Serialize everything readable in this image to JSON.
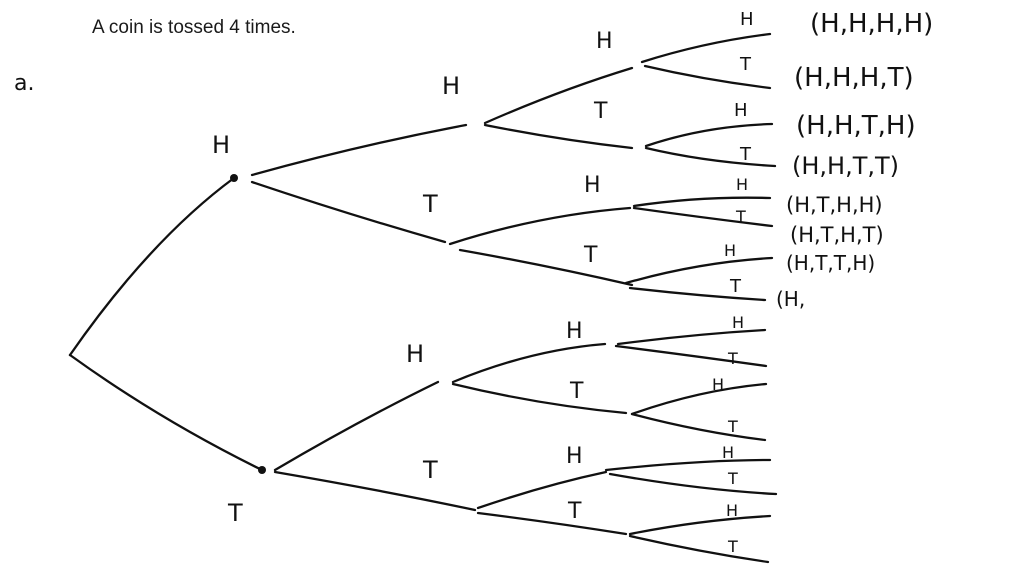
{
  "problem": {
    "title": "A coin is tossed 4 times.",
    "part_label": "a."
  },
  "tree": {
    "first_toss": {
      "top": "H",
      "bottom": "T"
    },
    "second_toss": {
      "upper_h": "H",
      "upper_t": "T",
      "lower_h": "H",
      "lower_t": "T"
    },
    "third_toss": [
      "H",
      "T",
      "H",
      "T",
      "H",
      "T",
      "H",
      "T"
    ],
    "fourth_toss": [
      "H",
      "T",
      "H",
      "T",
      "H",
      "T",
      "H",
      "T",
      "H",
      "T",
      "H",
      "T",
      "H",
      "T",
      "H",
      "T"
    ],
    "outcomes": [
      "(H,H,H,H)",
      "(H,H,H,T)",
      "(H,H,T,H)",
      "(H,H,T,T)",
      "(H,T,H,H)",
      "(H,T,H,T)",
      "(H,T,T,H)",
      "(H,"
    ]
  }
}
